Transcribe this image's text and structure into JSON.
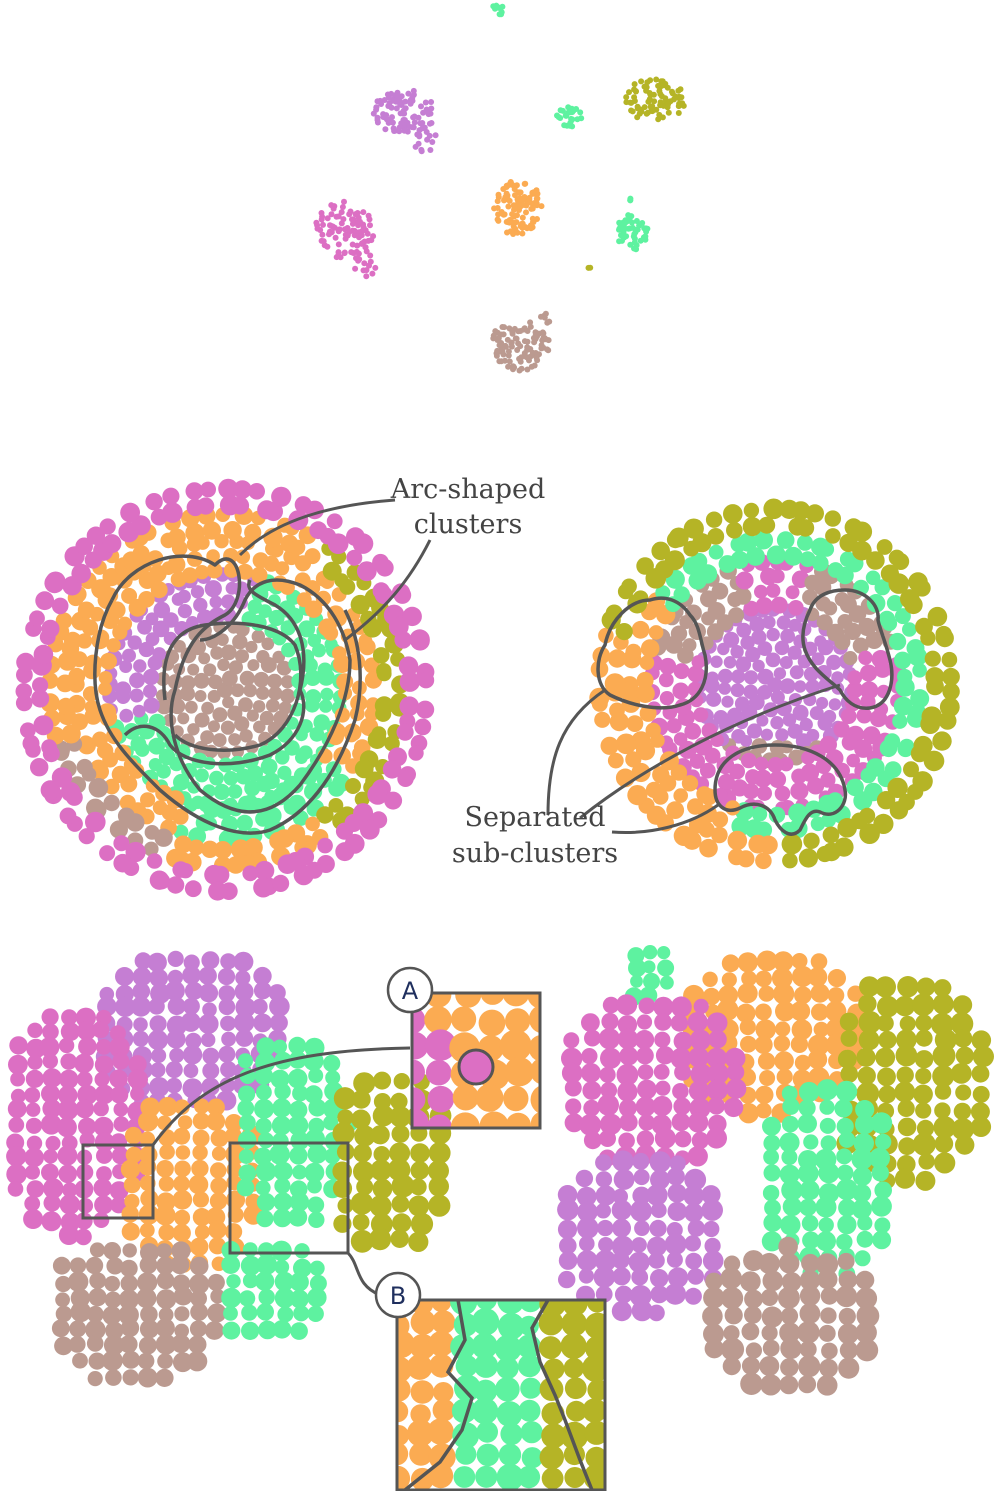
{
  "colors": {
    "pink": "#dc6fc3",
    "purple": "#c57ed3",
    "green": "#5ef2a0",
    "olive": "#b5b426",
    "orange": "#fbab52",
    "brown": "#bb9a90",
    "outline": "#555555",
    "badge_fill": "#ffffff",
    "badge_text": "#1f2f5e"
  },
  "annotations": {
    "arc": [
      "Arc-shaped",
      "clusters"
    ],
    "sub": [
      "Separated",
      "sub-clusters"
    ]
  },
  "badges": {
    "a": "A",
    "b": "B"
  }
}
